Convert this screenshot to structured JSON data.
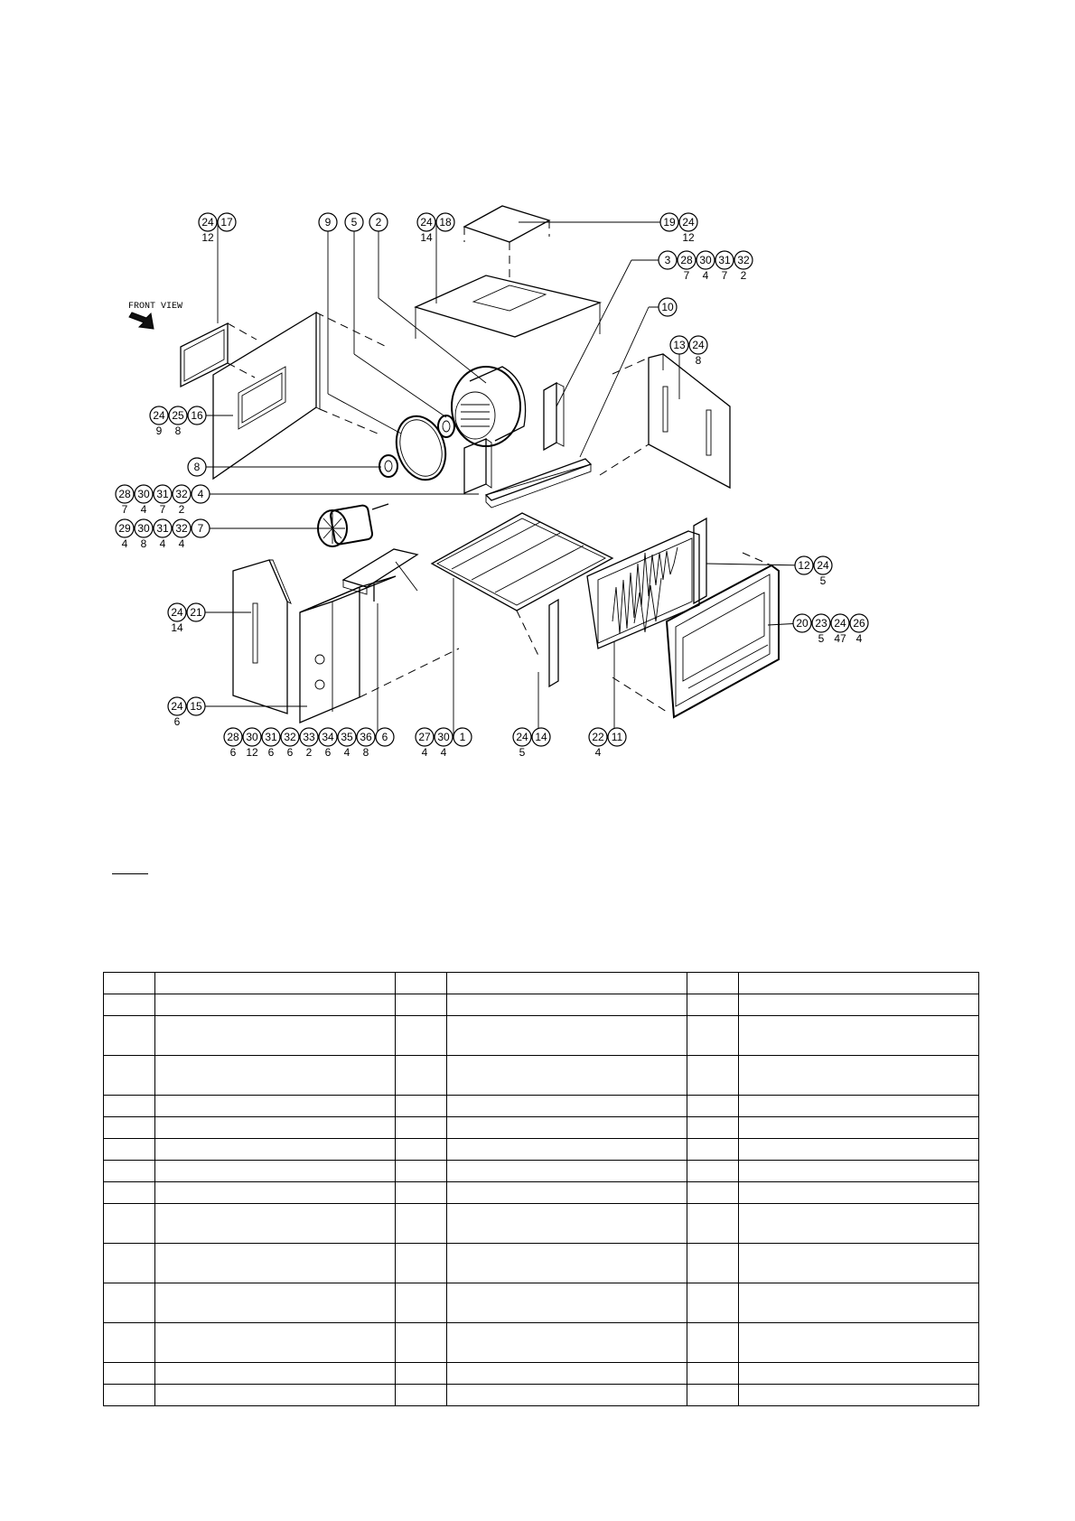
{
  "drawing": {
    "front_view_label": "FRONT VIEW",
    "callouts": [
      {
        "id": "c1",
        "parts": [
          "24",
          "17"
        ],
        "qty": [
          "12",
          ""
        ]
      },
      {
        "id": "c2",
        "parts": [
          "9"
        ],
        "qty": [
          ""
        ]
      },
      {
        "id": "c3",
        "parts": [
          "5"
        ],
        "qty": [
          ""
        ]
      },
      {
        "id": "c4",
        "parts": [
          "2"
        ],
        "qty": [
          ""
        ]
      },
      {
        "id": "c5",
        "parts": [
          "24",
          "18"
        ],
        "qty": [
          "14",
          ""
        ]
      },
      {
        "id": "c6",
        "parts": [
          "19",
          "24"
        ],
        "qty": [
          "",
          "12"
        ]
      },
      {
        "id": "c7",
        "parts": [
          "3",
          "28",
          "30",
          "31",
          "32"
        ],
        "qty": [
          "",
          "7",
          "4",
          "7",
          "2"
        ]
      },
      {
        "id": "c8",
        "parts": [
          "10"
        ],
        "qty": [
          ""
        ]
      },
      {
        "id": "c9",
        "parts": [
          "13",
          "24"
        ],
        "qty": [
          "",
          "8"
        ]
      },
      {
        "id": "c10",
        "parts": [
          "24",
          "25",
          "16"
        ],
        "qty": [
          "9",
          "8",
          ""
        ]
      },
      {
        "id": "c11",
        "parts": [
          "8"
        ],
        "qty": [
          ""
        ]
      },
      {
        "id": "c12",
        "parts": [
          "28",
          "30",
          "31",
          "32",
          "4"
        ],
        "qty": [
          "7",
          "4",
          "7",
          "2",
          ""
        ]
      },
      {
        "id": "c13",
        "parts": [
          "29",
          "30",
          "31",
          "32",
          "7"
        ],
        "qty": [
          "4",
          "8",
          "4",
          "4",
          ""
        ]
      },
      {
        "id": "c14",
        "parts": [
          "12",
          "24"
        ],
        "qty": [
          "",
          "5"
        ]
      },
      {
        "id": "c15",
        "parts": [
          "24",
          "21"
        ],
        "qty": [
          "14",
          ""
        ]
      },
      {
        "id": "c16",
        "parts": [
          "20",
          "23",
          "24",
          "26"
        ],
        "qty": [
          "",
          "5",
          "47",
          "4"
        ]
      },
      {
        "id": "c17",
        "parts": [
          "24",
          "15"
        ],
        "qty": [
          "6",
          ""
        ]
      },
      {
        "id": "c18",
        "parts": [
          "28",
          "30",
          "31",
          "32",
          "33",
          "34",
          "35",
          "36",
          "6"
        ],
        "qty": [
          "6",
          "12",
          "6",
          "6",
          "2",
          "6",
          "4",
          "8",
          ""
        ]
      },
      {
        "id": "c19",
        "parts": [
          "27",
          "30",
          "1"
        ],
        "qty": [
          "4",
          "4",
          ""
        ]
      },
      {
        "id": "c20",
        "parts": [
          "24",
          "14"
        ],
        "qty": [
          "5",
          ""
        ]
      },
      {
        "id": "c21",
        "parts": [
          "22",
          "11"
        ],
        "qty": [
          "4",
          ""
        ]
      }
    ]
  },
  "parts_table": {
    "rows": [
      [
        "",
        "",
        "",
        "",
        "",
        ""
      ],
      [
        "",
        "",
        "",
        "",
        "",
        ""
      ],
      [
        "",
        "",
        "",
        "",
        "",
        ""
      ],
      [
        "",
        "",
        "",
        "",
        "",
        ""
      ],
      [
        "",
        "",
        "",
        "",
        "",
        ""
      ],
      [
        "",
        "",
        "",
        "",
        "",
        ""
      ],
      [
        "",
        "",
        "",
        "",
        "",
        ""
      ],
      [
        "",
        "",
        "",
        "",
        "",
        ""
      ],
      [
        "",
        "",
        "",
        "",
        "",
        ""
      ],
      [
        "",
        "",
        "",
        "",
        "",
        ""
      ],
      [
        "",
        "",
        "",
        "",
        "",
        ""
      ],
      [
        "",
        "",
        "",
        "",
        "",
        ""
      ],
      [
        "",
        "",
        "",
        "",
        "",
        ""
      ],
      [
        "",
        "",
        "",
        "",
        "",
        ""
      ],
      [
        "",
        "",
        "",
        "",
        "",
        ""
      ]
    ]
  }
}
